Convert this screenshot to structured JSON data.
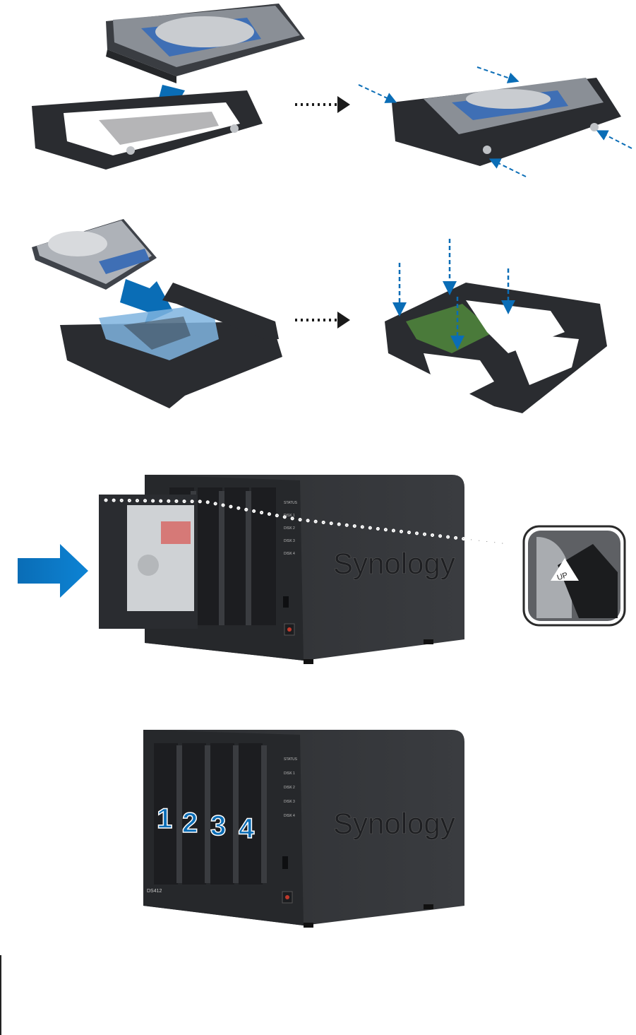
{
  "brand": "Synology",
  "model": "DS412",
  "up_label": "UP",
  "leds": [
    "STATUS",
    "DISK 1",
    "DISK 2",
    "DISK 3",
    "DISK 4"
  ],
  "bay_numbers": [
    "1",
    "2",
    "3",
    "4"
  ],
  "colors": {
    "accent_blue": "#0a6db6",
    "tray": "#2a2c30",
    "chassis": "#333538",
    "chassis_front": "#26282b",
    "hdd_label": "#3f6fb5"
  }
}
